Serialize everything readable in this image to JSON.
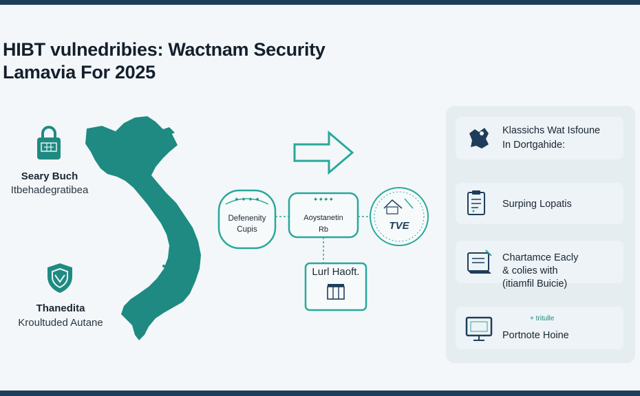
{
  "title": {
    "line1": "HIBT vulnedribies: Wactnam Security",
    "line2": "Lamavia For 2025"
  },
  "features": [
    {
      "name": "Seary Buch",
      "desc": "Itbehadegratibea",
      "icon": "padlock-icon"
    },
    {
      "name": "Thanedita",
      "desc": "Kroultuded Autane",
      "icon": "shield-icon"
    }
  ],
  "flow": {
    "node_left": {
      "line1": "Defenenity",
      "line2": "Cupis"
    },
    "node_center": {
      "line1": "Aoystanetin",
      "line2": "Rb"
    },
    "node_right": {
      "label": "TVE"
    },
    "node_bottom": {
      "label": "Lurl Haoft."
    }
  },
  "cards": [
    {
      "line1": "Klassichs Wat Isfoune",
      "line2": "In Dortgahide:",
      "icon": "map-pin-icon"
    },
    {
      "line1": "Surping Lopatis",
      "icon": "clipboard-icon"
    },
    {
      "line1": "Chartamce Eacly",
      "line2": "& colies with",
      "line3": "(itiamfil Buicie)",
      "icon": "document-icon"
    },
    {
      "top_label": "+ tritulle",
      "line1": "Portnote Hoine",
      "icon": "monitor-icon"
    }
  ],
  "colors": {
    "teal": "#1f8a82",
    "navy": "#1e3d5a",
    "accent_green": "#2aa79b"
  }
}
